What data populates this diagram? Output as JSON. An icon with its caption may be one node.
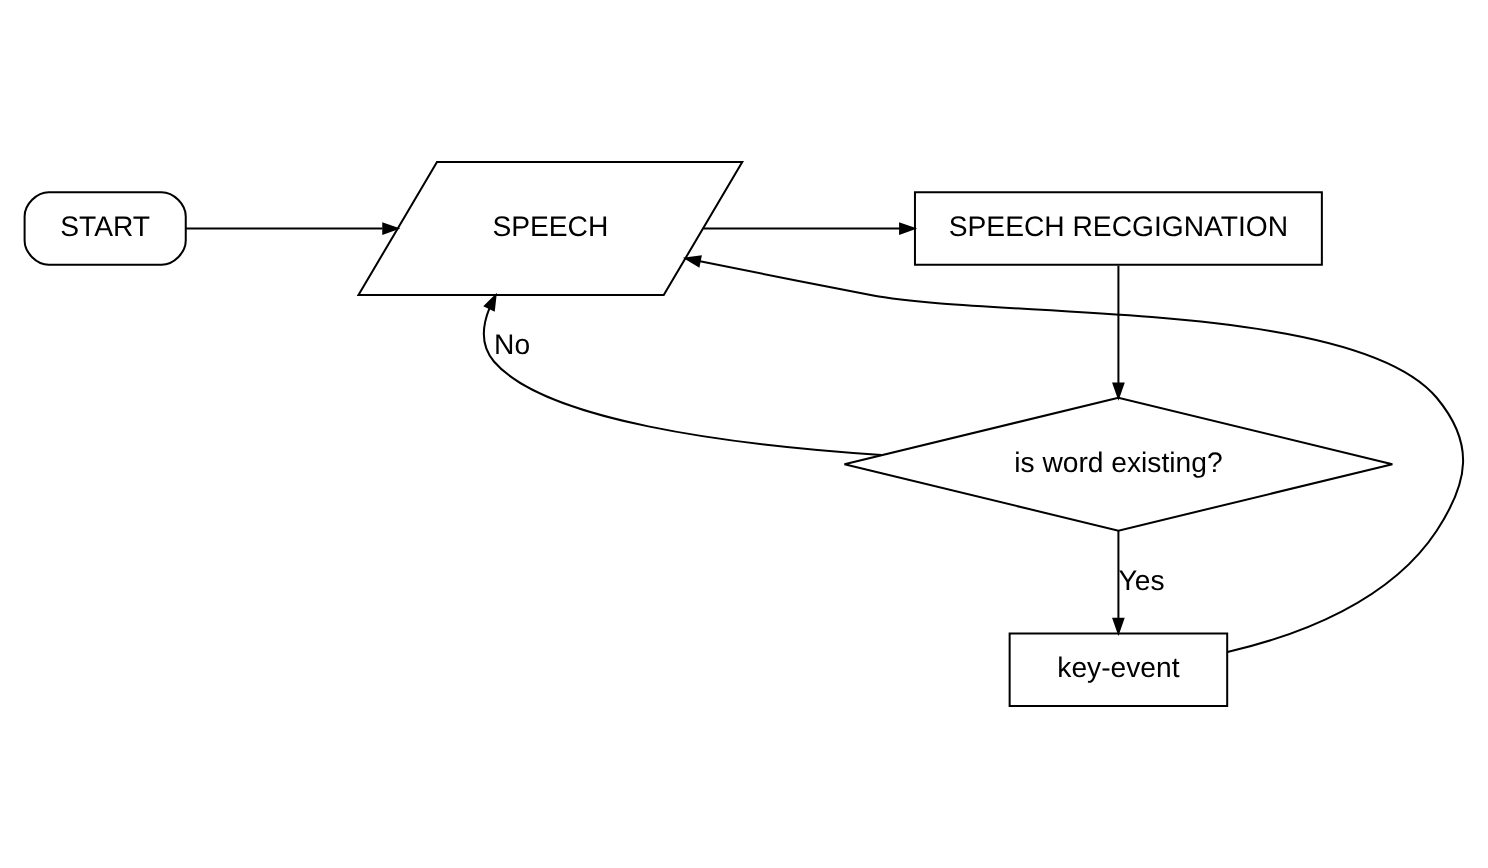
{
  "diagram": {
    "nodes": [
      {
        "text": [
          "START"
        ]
      },
      {
        "text": [
          "SPEECH"
        ]
      },
      {
        "text": [
          "SPEECH RECGIGNATION"
        ]
      },
      {
        "text": [
          "is word existing?"
        ]
      },
      {
        "text": [
          "key-event"
        ]
      }
    ],
    "edges": [
      {
        "from": 0,
        "to": 1,
        "arrow": "to"
      },
      {
        "from": 1,
        "to": 2,
        "arrow": "to"
      },
      {
        "from": 2,
        "to": 3,
        "arrow": "to"
      },
      {
        "from": 3,
        "to": 1,
        "arrow": "to",
        "label": "No"
      },
      {
        "from": 3,
        "to": 4,
        "arrow": "to",
        "label": "Yes"
      },
      {
        "from": 4,
        "to": 1,
        "arrow": "to"
      }
    ]
  }
}
